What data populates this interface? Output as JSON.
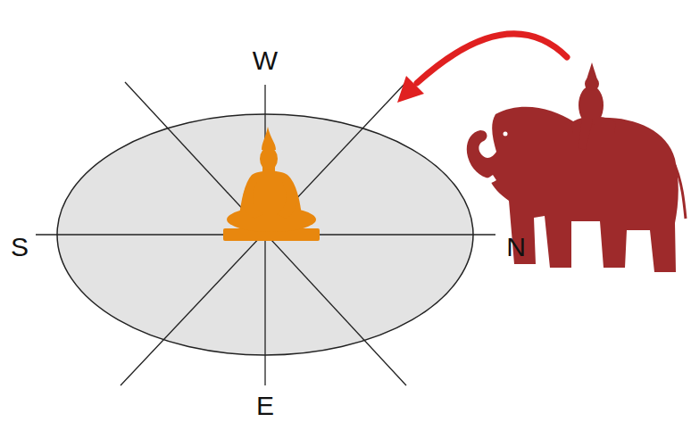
{
  "diagram": {
    "labels": [
      "W",
      "S",
      "N",
      "E"
    ]
  }
}
